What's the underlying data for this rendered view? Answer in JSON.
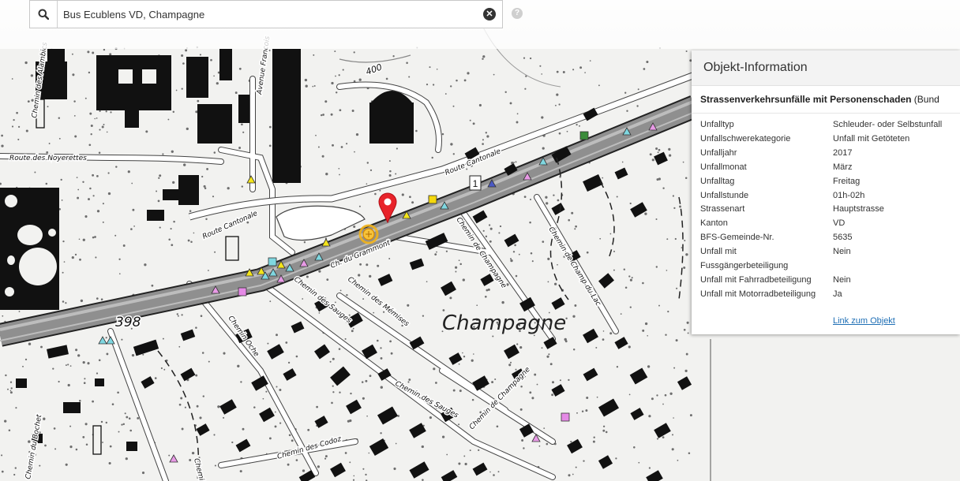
{
  "search": {
    "value": "Bus Ecublens VD, Champagne",
    "search_icon": "search-icon",
    "clear_icon": "close-icon",
    "help_icon": "question-icon",
    "help_glyph": "?"
  },
  "map": {
    "place_label": "Champagne",
    "road_numbers": {
      "main": "398",
      "route_1": "1",
      "contour": "400"
    },
    "street_labels": [
      "Chemin des Alambics",
      "Avenue Francois",
      "Route des Noyerettes",
      "Route Cantonale",
      "Route Cantonale",
      "Ch. du Grammont",
      "Chemin de Champagne",
      "Chemin de Champ du Lac",
      "Chemin des Mémises",
      "Chemin des Sauges",
      "Chemin Oche",
      "Chemin des Sauges",
      "Chemin de Champagne",
      "Chemin des Codoz",
      "Chemin du Bochet",
      "Chemin"
    ],
    "colors": {
      "water": "#ffffff",
      "railway": "#9c9c9c",
      "marker": "#e8232a",
      "highlight": "#f2b21a",
      "triangle_yellow": "#f4e51a",
      "triangle_cyan": "#7fd7e0",
      "triangle_pink": "#e89ae6",
      "triangle_blue": "#4b59c4",
      "square_green": "#3a8c3a",
      "square_yellow": "#f5d80c",
      "square_pink": "#e58ae6"
    }
  },
  "info_panel": {
    "title": "Objekt-Information",
    "layer_name": "Strassenverkehrsunfälle mit Personenschaden",
    "layer_suffix": "(Bund",
    "attributes": [
      {
        "key": "Unfalltyp",
        "value": "Schleuder- oder Selbstunfall"
      },
      {
        "key": "Unfallschwerekategorie",
        "value": "Unfall mit Getöteten"
      },
      {
        "key": "Unfalljahr",
        "value": "2017"
      },
      {
        "key": "Unfallmonat",
        "value": "März"
      },
      {
        "key": "Unfalltag",
        "value": "Freitag"
      },
      {
        "key": "Unfallstunde",
        "value": "01h-02h"
      },
      {
        "key": "Strassenart",
        "value": "Hauptstrasse"
      },
      {
        "key": "Kanton",
        "value": "VD"
      },
      {
        "key": "BFS-Gemeinde-Nr.",
        "value": "5635"
      },
      {
        "key": "Unfall mit Fussgängerbeteiligung",
        "value": "Nein"
      },
      {
        "key": "Unfall mit Fahrradbeteiligung",
        "value": "Nein"
      },
      {
        "key": "Unfall mit Motorradbeteiligung",
        "value": "Ja"
      }
    ],
    "link_label": "Link zum Objekt"
  }
}
